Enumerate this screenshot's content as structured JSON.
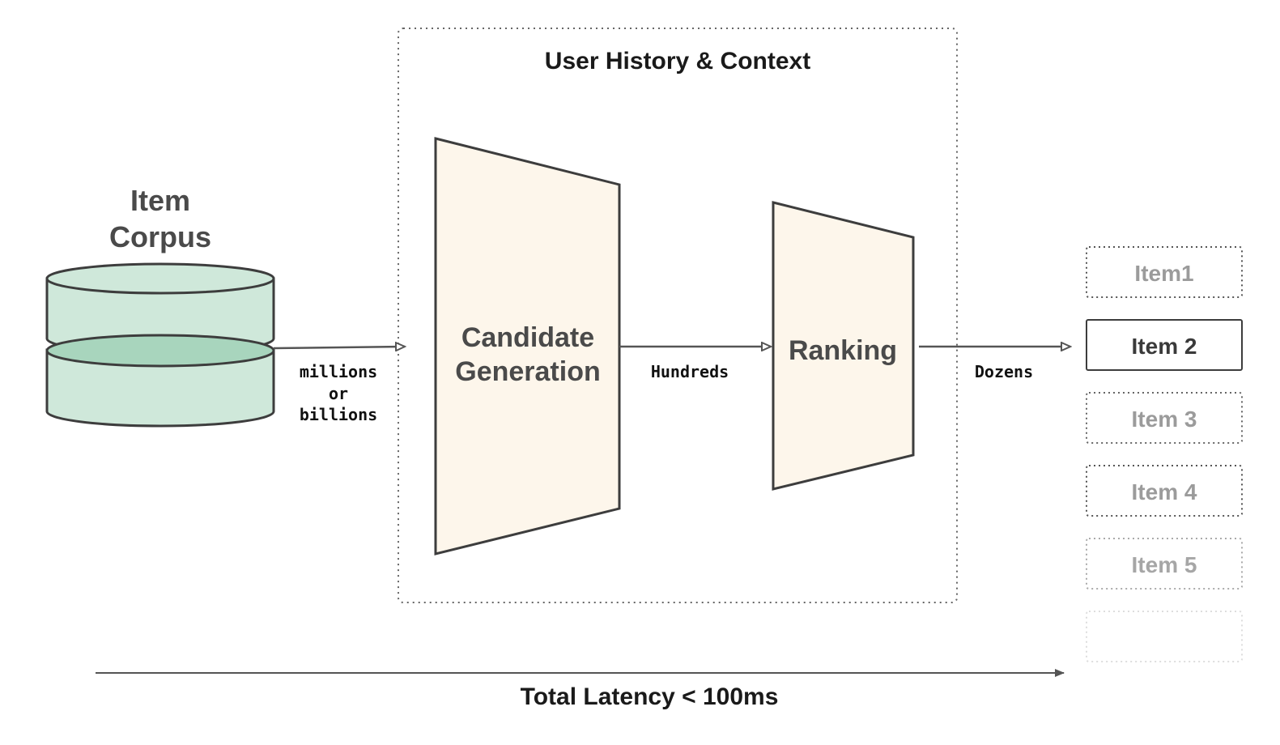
{
  "corpus": {
    "line1": "Item",
    "line2": "Corpus"
  },
  "context_box": {
    "title": "User History & Context"
  },
  "stages": {
    "candidate": {
      "line1": "Candidate",
      "line2": "Generation"
    },
    "ranking": {
      "label": "Ranking"
    }
  },
  "flows": {
    "corpus_to_candidate": {
      "line1": "millions",
      "line2": "or",
      "line3": "billions"
    },
    "candidate_to_ranking": {
      "label": "Hundreds"
    },
    "ranking_to_items": {
      "label": "Dozens"
    }
  },
  "items": [
    {
      "label": "Item1",
      "highlighted": false
    },
    {
      "label": "Item 2",
      "highlighted": true
    },
    {
      "label": "Item 3",
      "highlighted": false
    },
    {
      "label": "Item 4",
      "highlighted": false
    },
    {
      "label": "Item 5",
      "highlighted": false
    },
    {
      "label": "",
      "highlighted": false
    }
  ],
  "latency": {
    "label": "Total Latency < 100ms"
  },
  "colors": {
    "cylinder_fill": "#cfe8da",
    "cylinder_inner": "#a8d5bd",
    "stage_fill": "#fdf6eb",
    "stroke": "#3d3d3d",
    "muted_text": "#9b9b9b"
  }
}
